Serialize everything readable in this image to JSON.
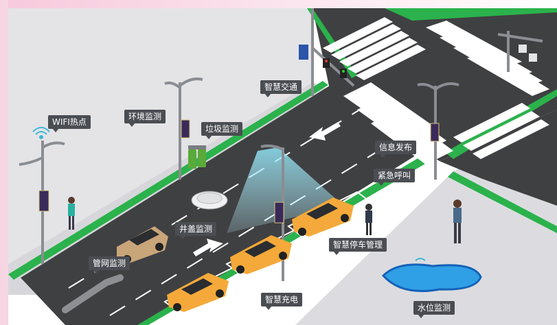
{
  "labels": {
    "wifi": "WIFI热点",
    "env": "环境监测",
    "trash": "垃圾监测",
    "traffic": "智慧交通",
    "info": "信息发布",
    "emergency": "紧急呼叫",
    "manhole": "井盖监测",
    "pipe": "管网监测",
    "parking": "智慧停车管理",
    "charging": "智慧充电",
    "water": "水位监测"
  },
  "colors": {
    "road": "#3f4042",
    "sidewalk": "#d9d9dc",
    "green_strip": "#2bb24c",
    "car": "#f4a93a",
    "callout": "#4a4d52"
  },
  "icons": [
    "wifi-icon",
    "street-lamp-icon",
    "car-icon",
    "pedestrian-icon",
    "trash-bin-icon",
    "manhole-icon",
    "traffic-light-icon",
    "water-puddle-icon",
    "pipe-icon"
  ]
}
